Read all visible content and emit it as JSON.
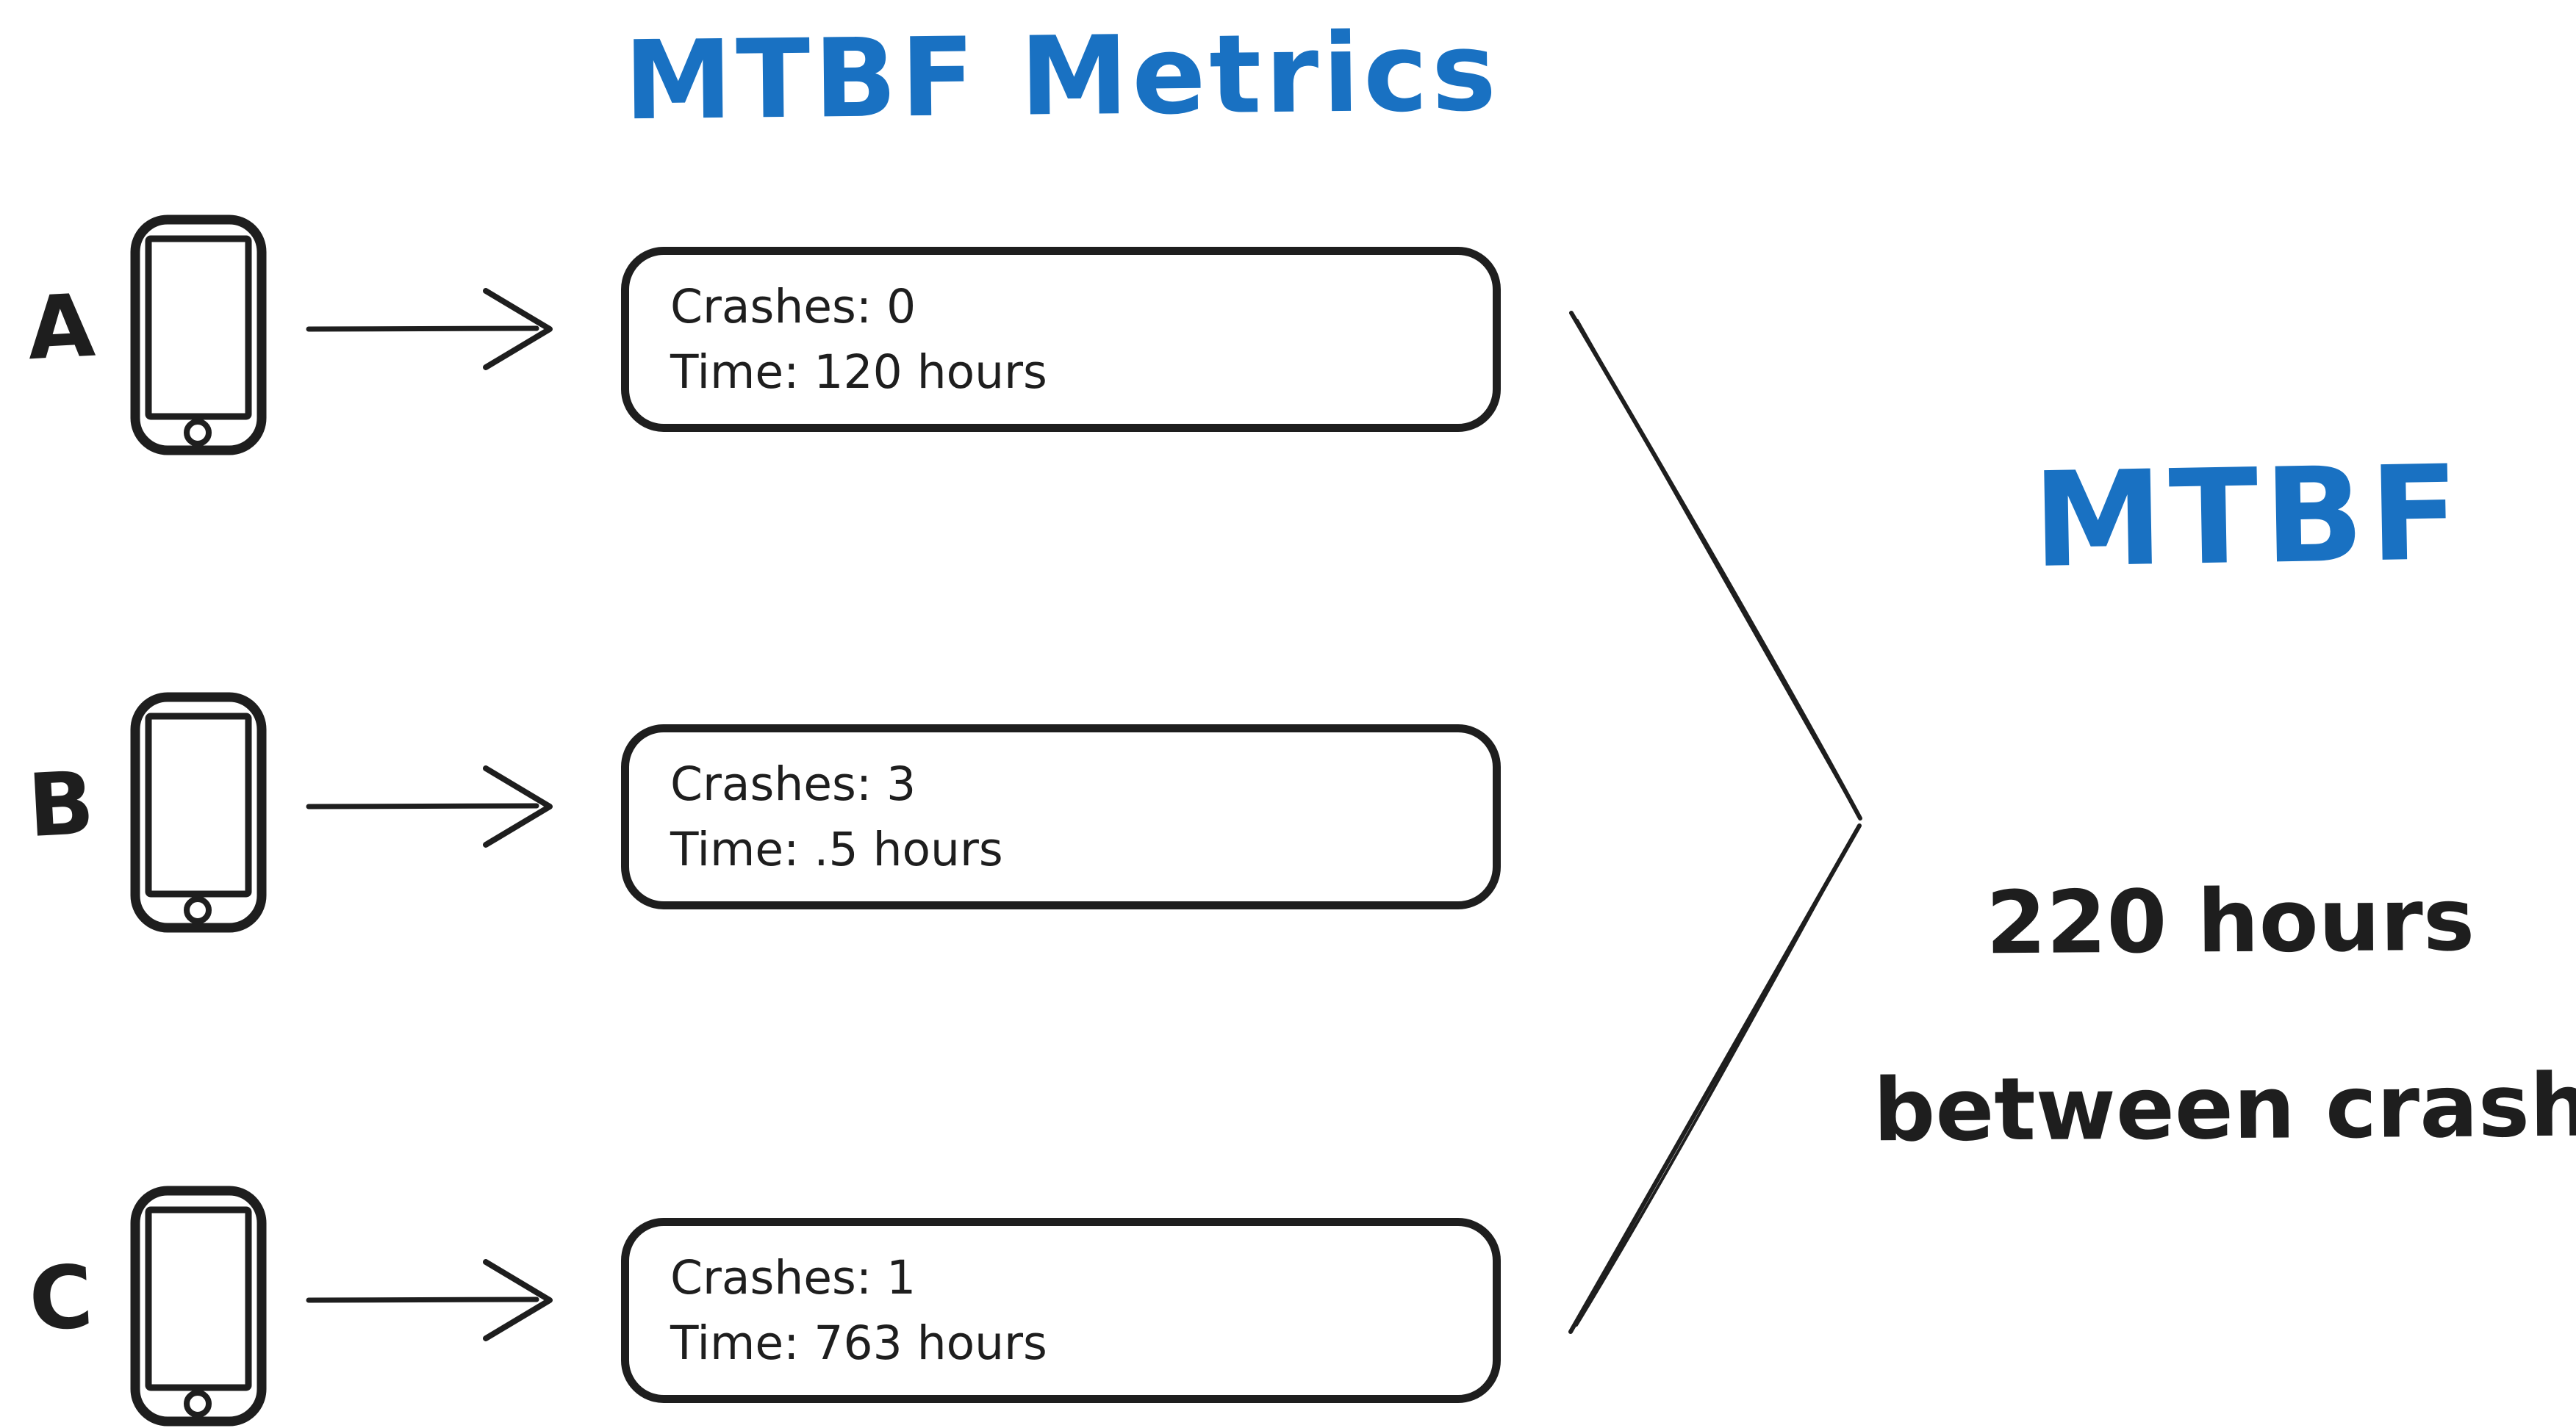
{
  "title": "MTBF Metrics",
  "rows": [
    {
      "label": "A",
      "crashes": "Crashes: 0",
      "time": "Time: 120 hours"
    },
    {
      "label": "B",
      "crashes": "Crashes: 3",
      "time": "Time: .5 hours"
    },
    {
      "label": "C",
      "crashes": "Crashes: 1",
      "time": "Time: 763 hours"
    }
  ],
  "result": {
    "heading": "MTBF",
    "value_line1": "220 hours",
    "value_line2": "between crashes"
  },
  "icons": {
    "phone": "phone-icon",
    "arrow": "arrow-right-icon",
    "chevron": "converge-chevron-icon"
  },
  "colors": {
    "accent_blue": "#1971c2",
    "ink": "#1e1e1e",
    "background": "#ffffff"
  }
}
